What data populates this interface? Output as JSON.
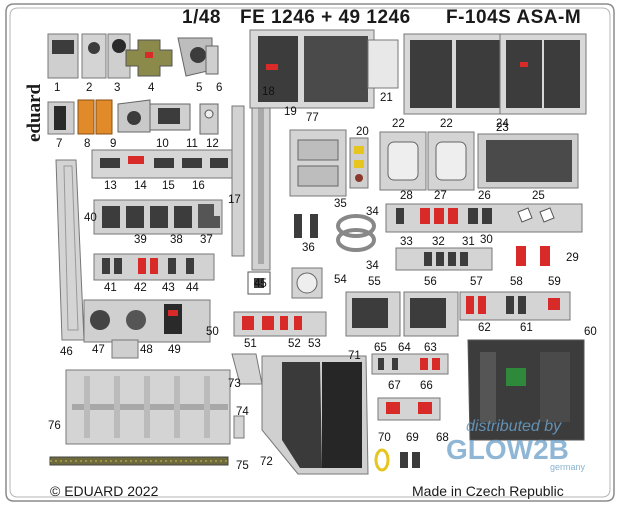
{
  "header": {
    "scale": "1/48",
    "codes": "FE 1246 + 49 1246",
    "model": "F-104S ASA-M"
  },
  "brand": "eduard",
  "footer": {
    "copyright": "© EDUARD 2022",
    "origin": "Made in Czech Republic"
  },
  "watermark": {
    "line1": "distributed by",
    "line2": "GLOW2B",
    "line3": "germany"
  },
  "colors": {
    "fret": "#d9d9d9",
    "fret_edge": "#8c8c8c",
    "panel_dark": "#3c3c3c",
    "accent_red": "#d92a2a",
    "accent_yellow": "#e6c61e",
    "watermark": "#6aa0c8"
  },
  "part_labels": [
    "1",
    "2",
    "3",
    "4",
    "5",
    "6",
    "7",
    "8",
    "9",
    "10",
    "11",
    "12",
    "13",
    "14",
    "15",
    "16",
    "17",
    "18",
    "19",
    "20",
    "21",
    "22",
    "22",
    "23",
    "24",
    "25",
    "26",
    "27",
    "28",
    "29",
    "30",
    "31",
    "32",
    "33",
    "34",
    "34",
    "35",
    "36",
    "37",
    "38",
    "39",
    "40",
    "41",
    "42",
    "43",
    "44",
    "45",
    "46",
    "47",
    "48",
    "49",
    "50",
    "51",
    "52",
    "53",
    "54",
    "55",
    "56",
    "57",
    "58",
    "59",
    "60",
    "61",
    "62",
    "63",
    "64",
    "65",
    "66",
    "67",
    "68",
    "69",
    "70",
    "71",
    "72",
    "73",
    "74",
    "75",
    "76",
    "77"
  ]
}
